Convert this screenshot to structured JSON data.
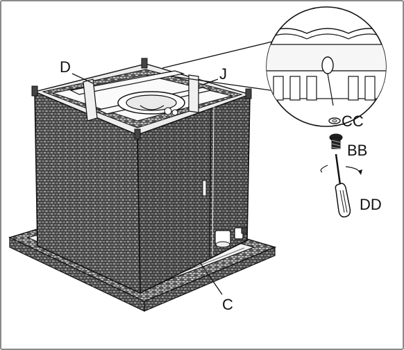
{
  "labels": {
    "d": "D",
    "j": "J",
    "cc": "CC",
    "bb": "BB",
    "dd": "DD",
    "c": "C"
  }
}
